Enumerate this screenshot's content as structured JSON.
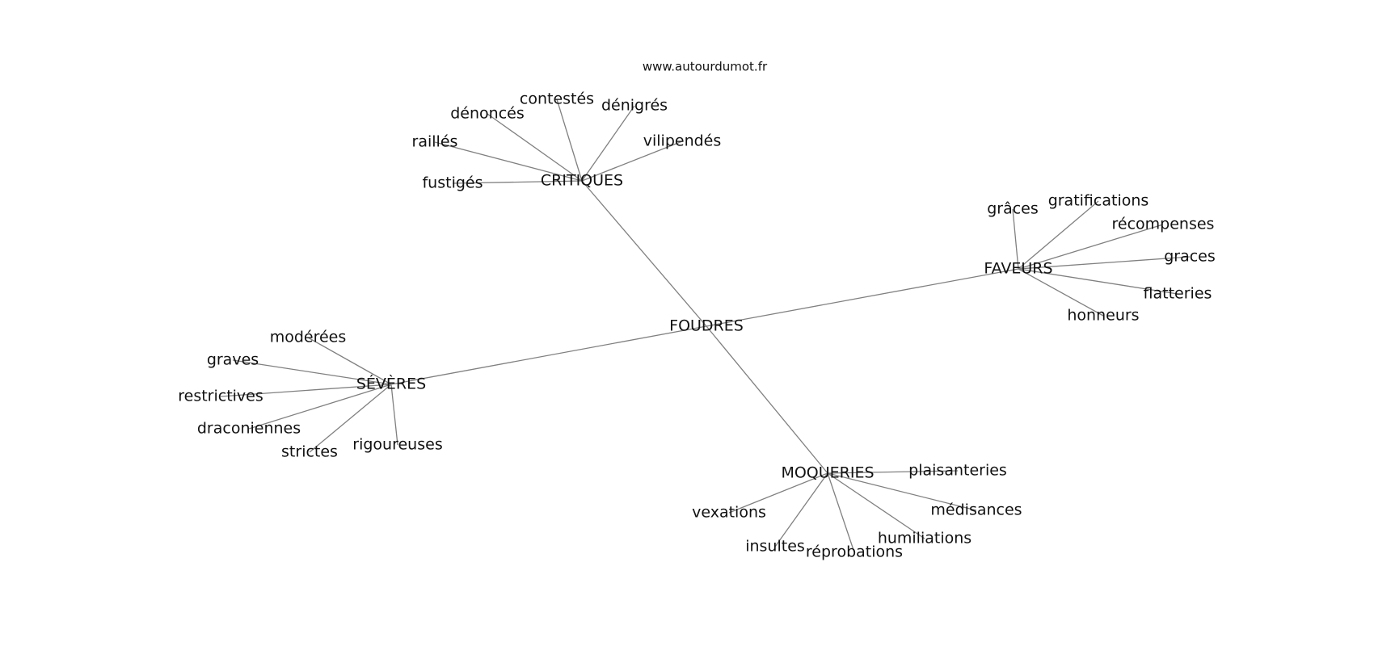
{
  "watermark": "www.autourdumot.fr",
  "graph": {
    "center": "FOUDRES",
    "clusters": [
      {
        "hub": "CRITIQUES",
        "words": [
          "contestés",
          "dénoncés",
          "dénigrés",
          "raillés",
          "vilipendés",
          "fustigés"
        ]
      },
      {
        "hub": "FAVEURS",
        "words": [
          "grâces",
          "gratifications",
          "récompenses",
          "graces",
          "flatteries",
          "honneurs"
        ]
      },
      {
        "hub": "SÉVÈRES",
        "words": [
          "modérées",
          "graves",
          "restrictives",
          "draconiennes",
          "strictes",
          "rigoureuses"
        ]
      },
      {
        "hub": "MOQUERIES",
        "words": [
          "plaisanteries",
          "vexations",
          "médisances",
          "humiliations",
          "insultes",
          "réprobations"
        ]
      }
    ]
  }
}
